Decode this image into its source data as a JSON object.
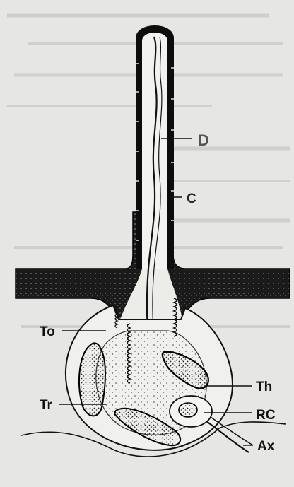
{
  "labels": {
    "D": "D",
    "C": "C",
    "To": "To",
    "Tr": "Tr",
    "Th": "Th",
    "RC": "RC",
    "Ax": "Ax"
  }
}
